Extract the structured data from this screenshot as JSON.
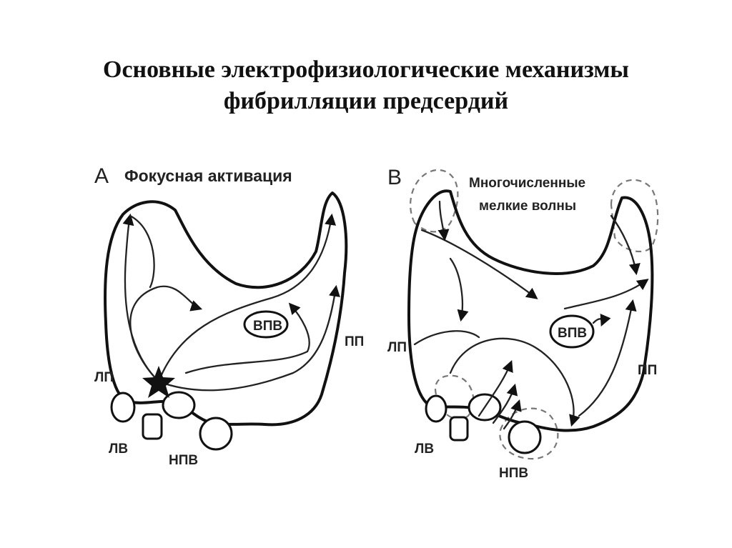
{
  "title": {
    "line1": "Основные электрофизиологические механизмы",
    "line2": "фибрилляции предсердий"
  },
  "panel_a": {
    "letter": "А",
    "heading": "Фокусная активация",
    "labels": {
      "lp": "ЛП",
      "pp": "ПП",
      "lv": "ЛВ",
      "npv": "НПВ",
      "vpv": "ВПВ"
    }
  },
  "panel_b": {
    "letter": "В",
    "heading_line1": "Многочисленные",
    "heading_line2": "мелкие волны",
    "labels": {
      "lp": "ЛП",
      "pp": "ПП",
      "lv": "ЛВ",
      "npv": "НПВ",
      "vpv": "ВПВ"
    }
  },
  "colors": {
    "ink": "#111111",
    "dashed_outline": "#777777",
    "background": "#ffffff"
  }
}
